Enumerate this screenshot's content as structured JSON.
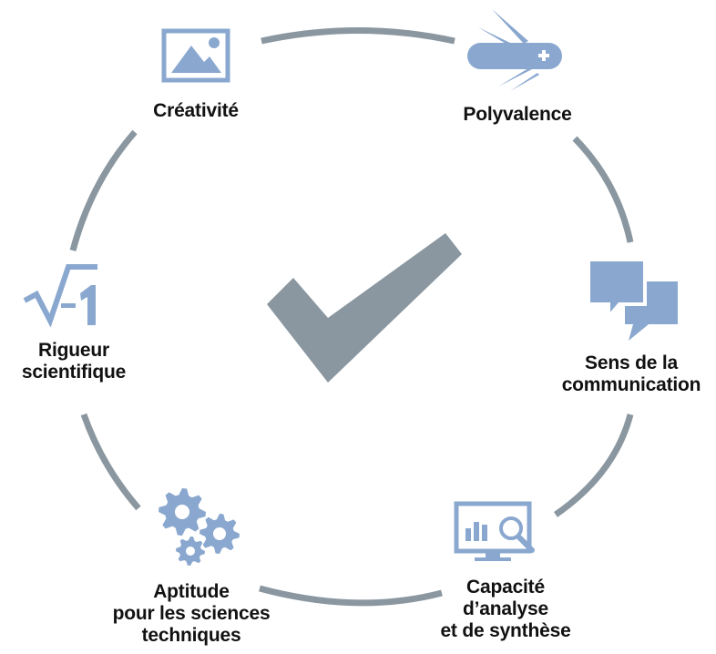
{
  "colors": {
    "ring": "#8a97a0",
    "icon": "#8aa8cf",
    "check": "#8a97a0",
    "text": "#111111"
  },
  "center_icon": "checkmark-icon",
  "skills": [
    {
      "icon": "image-icon",
      "lines": [
        "Créativité"
      ]
    },
    {
      "icon": "swiss-knife-icon",
      "lines": [
        "Polyvalence"
      ]
    },
    {
      "icon": "speech-bubbles-icon",
      "lines": [
        "Sens de la",
        "communication"
      ]
    },
    {
      "icon": "monitor-chart-icon",
      "lines": [
        "Capacité",
        "d’analyse",
        "et de synthèse"
      ]
    },
    {
      "icon": "gears-icon",
      "lines": [
        "Aptitude",
        "pour les sciences",
        "techniques"
      ]
    },
    {
      "icon": "sqrt-minus-one-icon",
      "lines": [
        "Rigueur",
        "scientifique"
      ]
    }
  ]
}
